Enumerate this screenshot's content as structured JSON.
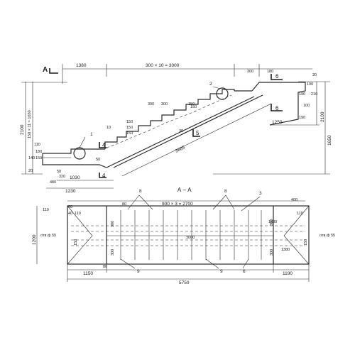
{
  "elevation": {
    "section_mark": "А",
    "dim_top_left": "1380",
    "dim_top_steps": "300 × 10 = 3000",
    "dim_top_r1": "300",
    "dim_top_r2": "180",
    "dim_top_r3": "20",
    "height_total": "2100",
    "height_risers": "150 × 11 = 1650",
    "height_right": "1650",
    "height_right_total": "2100",
    "r_lower_180": "180",
    "r_lower_150": "150",
    "r_lower_140": "140",
    "r_lower_20": "20",
    "r_right_100": "100",
    "r_right_210": "210",
    "r_right_190": "190",
    "r_right_190b": "190",
    "r_right_100b": "100",
    "step_300a": "300",
    "step_300b": "300",
    "step_150a": "150",
    "step_150b": "150",
    "step_150c": "150",
    "step_150d": "150",
    "step_10": "10",
    "step_50": "50",
    "step_30": "30",
    "diag_3885": "3885",
    "diag_1250": "1250",
    "inner_150": "150",
    "bottom_320": "320",
    "bottom_1030": "1030",
    "bottom_1230": "1230",
    "bottom_480": "480",
    "bottom_50": "50",
    "bottom_110": "110",
    "callout_1": "1",
    "callout_2": "2",
    "cut_4_top": "4",
    "cut_4_bottom": "4",
    "cut_5": "5",
    "cut_6_top": "6",
    "cut_6_bottom": "6"
  },
  "plan": {
    "section_title": "А – А",
    "callout_8a": "8",
    "callout_8b": "8",
    "callout_3": "3",
    "callout_9a": "9",
    "callout_9b": "9",
    "callout_6": "6",
    "dim_steps": "900 × 3 = 2700",
    "dim_80": "80",
    "dim_400": "400",
    "dim_center": "3000",
    "dim_1380_top": "1380",
    "dim_1380_bot": "1380",
    "dim_1150": "1150",
    "dim_1190": "1190",
    "dim_5750": "5750",
    "dim_1200": "1200",
    "dim_110_left": "110",
    "dim_110_right": "110",
    "dim_110_bl": "110",
    "dim_80_bl": "80",
    "dim_300_tl": "300",
    "dim_300_tr": "300",
    "dim_300_bl": "300",
    "dim_300_br": "300",
    "dim_150_l": "150",
    "dim_150_r": "150",
    "hole_left": "отв.ф 55",
    "hole_right": "отв.ф 55",
    "dim_50": "50",
    "dim_40": "40"
  }
}
